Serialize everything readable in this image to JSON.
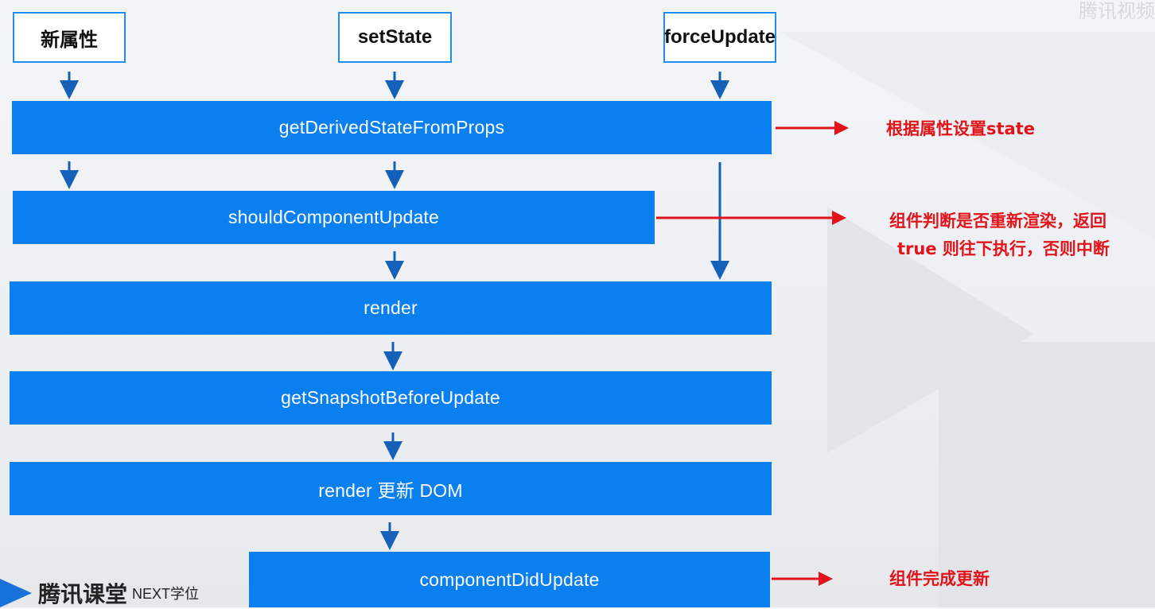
{
  "triggers": {
    "new_props": "新属性",
    "set_state": "setState",
    "force_update": "forceUpdate"
  },
  "steps": {
    "get_derived_state": "getDerivedStateFromProps",
    "should_component_update": "shouldComponentUpdate",
    "render": "render",
    "get_snapshot": "getSnapshotBeforeUpdate",
    "render_update_dom": "render 更新 DOM",
    "component_did_update": "componentDidUpdate"
  },
  "notes": {
    "get_derived_state": "根据属性设置state",
    "should_component_update_line1": "组件判断是否重新渲染，返回",
    "should_component_update_line2": "true 则往下执行，否则中断",
    "component_did_update": "组件完成更新"
  },
  "branding": {
    "logo_text": "腾讯课堂",
    "logo_sub": "NEXT学位",
    "watermark": "腾讯视频"
  },
  "colors": {
    "step_blue": "#0a7ff0",
    "arrow_blue": "#1560b8",
    "note_red": "#e0141a",
    "trigger_border": "#1f8ef0"
  }
}
